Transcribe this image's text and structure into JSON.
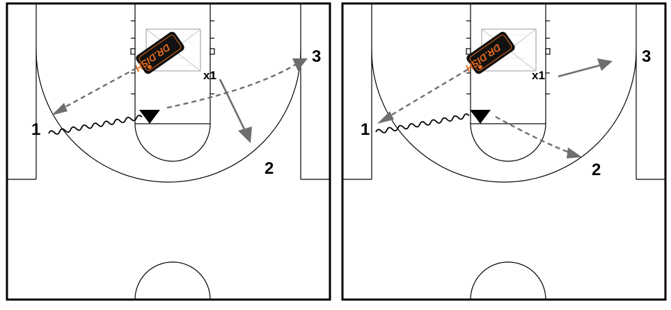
{
  "panels": [
    {
      "players": {
        "p1": "1",
        "p2": "2",
        "p3": "3",
        "defender": "x1"
      },
      "logo_text": "DR.DISH"
    },
    {
      "players": {
        "p1": "1",
        "p2": "2",
        "p3": "3",
        "defender": "x1"
      },
      "logo_text": "DR.DISH"
    }
  ],
  "colors": {
    "court_lines": "#000000",
    "arrows": "#6e6e6e",
    "machine": "#111111",
    "logo_accent": "#e36a1e"
  },
  "icons": {
    "machine": "passing-machine-icon",
    "handoff": "triangle-marker-icon"
  }
}
